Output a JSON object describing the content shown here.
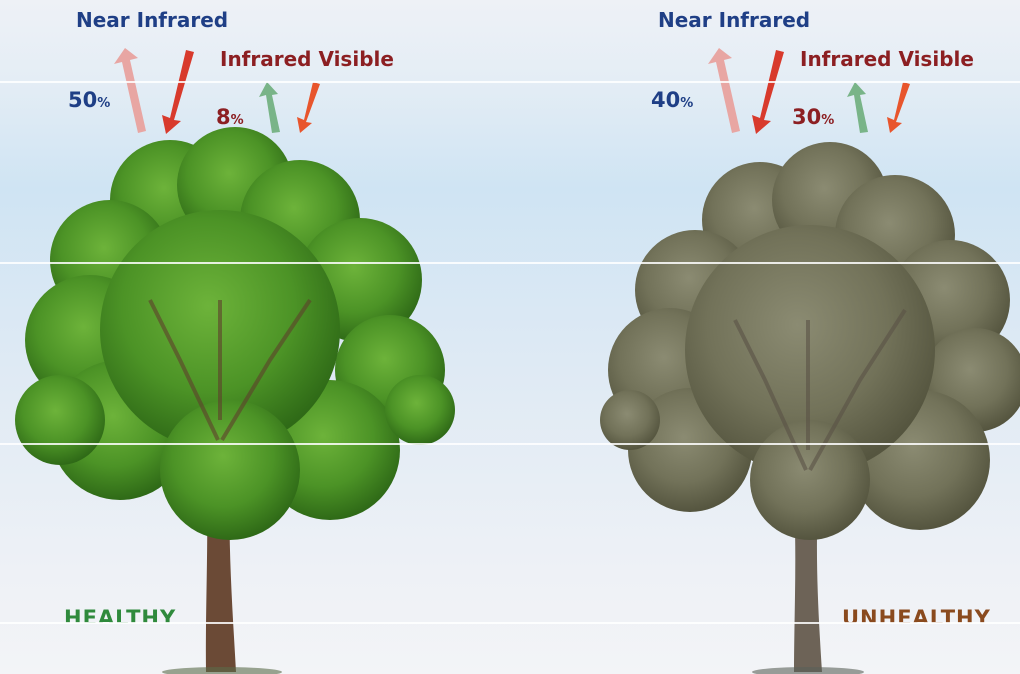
{
  "left": {
    "near_infrared_label": "Near Infrared",
    "infrared_visible_label": "Infrared Visible",
    "near_infrared_value": "50",
    "visible_value": "8",
    "percent_sign": "%",
    "status": "HEALTHY"
  },
  "right": {
    "near_infrared_label": "Near Infrared",
    "infrared_visible_label": "Infrared Visible",
    "near_infrared_value": "40",
    "visible_value": "30",
    "percent_sign": "%",
    "status": "UNHEALTHY"
  },
  "colors": {
    "near_infrared_text": "#1f3f86",
    "visible_text": "#8c1f22",
    "healthy_foliage": "#4f9a2a",
    "unhealthy_foliage": "#7a7a62",
    "arrow_up_ni": "#e8a6a3",
    "arrow_down_ni": "#d83a2c",
    "arrow_up_visible": "#79b488",
    "arrow_down_visible": "#e8552c"
  },
  "icons": [
    "arrow-up-icon",
    "arrow-down-icon",
    "tree-icon"
  ]
}
